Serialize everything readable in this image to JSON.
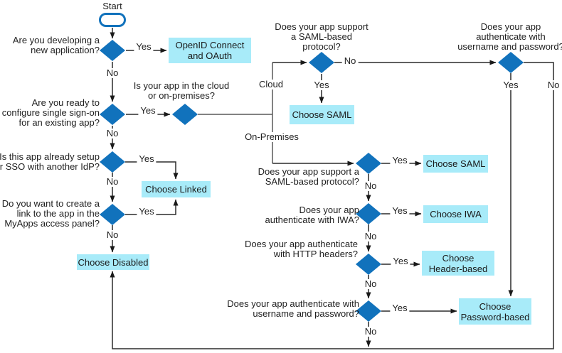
{
  "colors": {
    "diamond_fill": "#1172BC",
    "outcome_fill": "#A8EBF9",
    "terminator_border": "#1172BC",
    "line": "#2B2B2B",
    "branch_line": "#595959",
    "text": "#1F1F1F"
  },
  "labels": {
    "start": "Start",
    "yes": "Yes",
    "no": "No",
    "cloud": "Cloud",
    "on_premises": "On-Premises"
  },
  "decisions": {
    "new_app": {
      "question": "Are you developing a\nnew application?"
    },
    "existing_app": {
      "question": "Are you ready to\nconfigure single sign-on\nfor an existing app?"
    },
    "cloud_or_onprem": {
      "question": "Is your app in the cloud\nor on-premises?"
    },
    "already_sso": {
      "question": "Is this app already setup\nfor SSO with another IdP?"
    },
    "myapps_link": {
      "question": "Do you want to create a\nlink to the app in the\nMyApps access panel?"
    },
    "cloud_saml": {
      "question": "Does your app support\na SAML-based\nprotocol?"
    },
    "cloud_password": {
      "question": "Does your app\nauthenticate with\nusername and password?"
    },
    "onprem_saml": {
      "question": "Does your app support a\nSAML-based protocol?"
    },
    "onprem_iwa": {
      "question": "Does your app\nauthenticate with IWA?"
    },
    "onprem_headers": {
      "question": "Does your app authenticate\nwith HTTP headers?"
    },
    "onprem_password": {
      "question": "Does your app authenticate with\nusername and password?"
    }
  },
  "outcomes": {
    "openid": "OpenID Connect\nand OAuth",
    "cloud_saml": "Choose SAML",
    "onprem_saml": "Choose SAML",
    "iwa": "Choose IWA",
    "header_based": "Choose\nHeader-based",
    "password_based": "Choose\nPassword-based",
    "linked": "Choose Linked",
    "disabled": "Choose Disabled"
  }
}
